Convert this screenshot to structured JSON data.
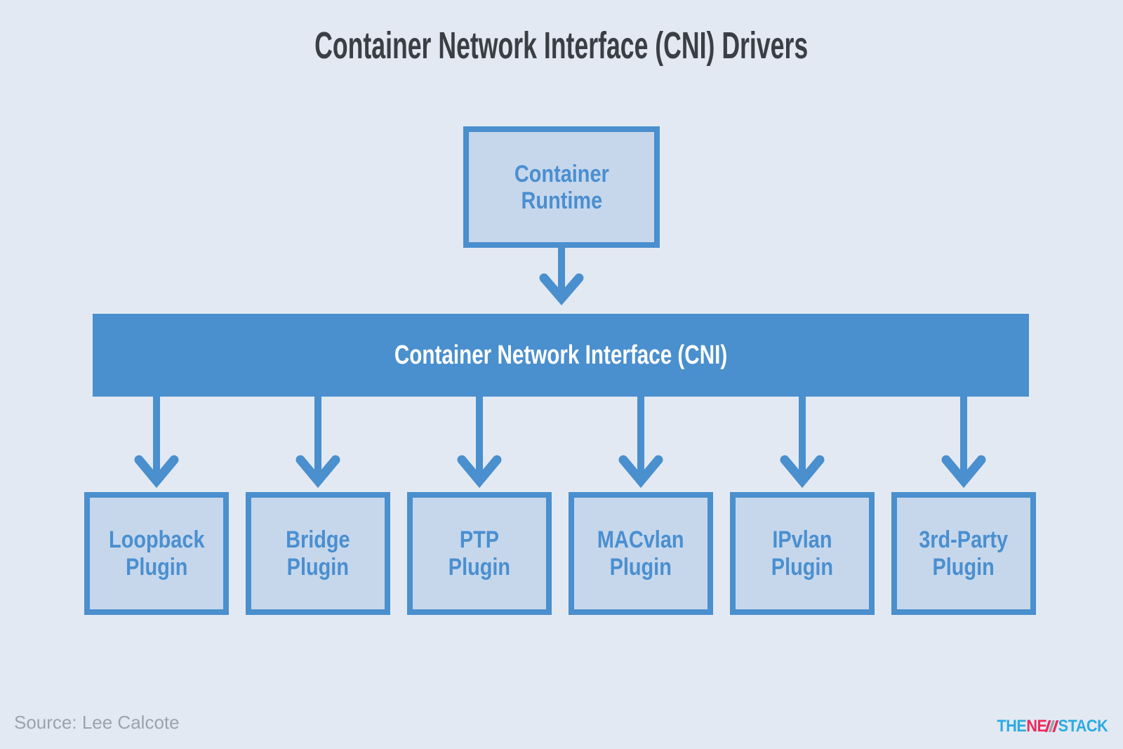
{
  "title": "Container Network Interface (CNI) Drivers",
  "nodes": {
    "runtime": {
      "label": "Container\nRuntime"
    },
    "cni_bar": {
      "label": "Container Network Interface (CNI)"
    },
    "plugins": [
      {
        "label": "Loopback\nPlugin"
      },
      {
        "label": "Bridge\nPlugin"
      },
      {
        "label": "PTP\nPlugin"
      },
      {
        "label": "MACvlan\nPlugin"
      },
      {
        "label": "IPvlan\nPlugin"
      },
      {
        "label": "3rd-Party\nPlugin"
      }
    ]
  },
  "footer": {
    "source": "Source: Lee Calcote",
    "logo": {
      "part_the": "THE",
      "part_ne": "NE",
      "part_stack": "STACK"
    }
  },
  "colors": {
    "background": "#e3e9f2",
    "accent_blue": "#4a8fce",
    "node_fill": "#c6d7ec",
    "node_text": "#4a8fd0",
    "bar_text": "#ffffff",
    "title_text": "#3a3f45",
    "source_text": "#9aa3ae",
    "logo_cyan": "#29abe2",
    "logo_pink": "#ed2a5f",
    "logo_gray": "#9aa0a8"
  }
}
